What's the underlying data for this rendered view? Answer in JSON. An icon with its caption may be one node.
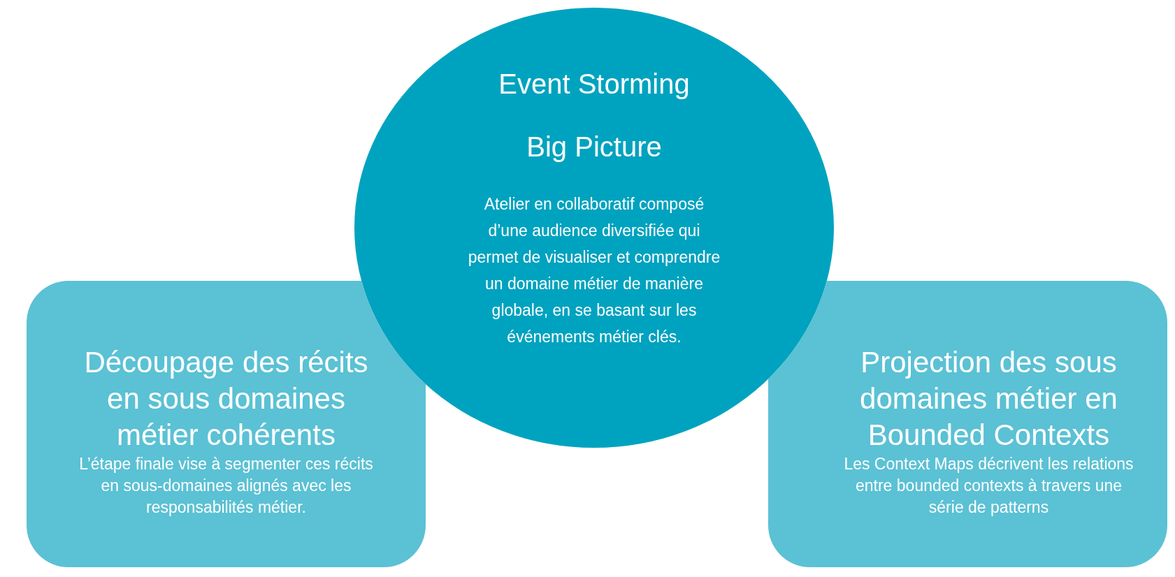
{
  "diagram": {
    "nodes": [
      {
        "text": [
          "Event Storming Big Picture",
          "Atelier en collaboratif composé d’une audience diversifiée qui permet de visualiser et comprendre un domaine métier de manière globale, en se basant sur les événements métier clés."
        ]
      },
      {
        "text": [
          "Découpage des récits en sous domaines métier cohérents",
          "L’étape finale vise à segmenter ces récits en sous-domaines alignés avec les responsabilités métier."
        ]
      },
      {
        "text": [
          "Projection des sous domaines métier en Bounded Contexts",
          "Les Context Maps décrivent les relations entre bounded contexts à travers une série de patterns"
        ]
      }
    ],
    "edges": []
  }
}
